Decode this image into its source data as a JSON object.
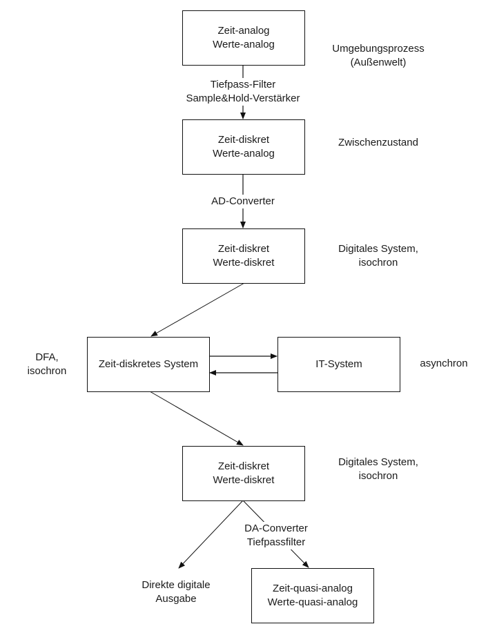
{
  "nodes": {
    "b1": {
      "line1": "Zeit-analog",
      "line2": "Werte-analog"
    },
    "b2": {
      "line1": "Zeit-diskret",
      "line2": "Werte-analog"
    },
    "b3": {
      "line1": "Zeit-diskret",
      "line2": "Werte-diskret"
    },
    "b4": {
      "line1": "Zeit-diskretes System"
    },
    "b5": {
      "line1": "IT-System"
    },
    "b6": {
      "line1": "Zeit-diskret",
      "line2": "Werte-diskret"
    },
    "b7": {
      "line1": "Zeit-quasi-analog",
      "line2": "Werte-quasi-analog"
    }
  },
  "side_labels": {
    "b1": {
      "line1": "Umgebungsprozess",
      "line2": "(Außenwelt)"
    },
    "b2": {
      "line1": "Zwischenzustand"
    },
    "b3": {
      "line1": "Digitales System,",
      "line2": "isochron"
    },
    "b4": {
      "line1": "DFA,",
      "line2": "isochron"
    },
    "b5": {
      "line1": "asynchron"
    },
    "b6": {
      "line1": "Digitales System,",
      "line2": "isochron"
    }
  },
  "edge_labels": {
    "e12": {
      "line1": "Tiefpass-Filter",
      "line2": "Sample&Hold-Verstärker"
    },
    "e23": {
      "line1": "AD-Converter"
    },
    "e67": {
      "line1": "DA-Converter",
      "line2": "Tiefpassfilter"
    },
    "direct_output": {
      "line1": "Direkte digitale",
      "line2": "Ausgabe"
    }
  }
}
